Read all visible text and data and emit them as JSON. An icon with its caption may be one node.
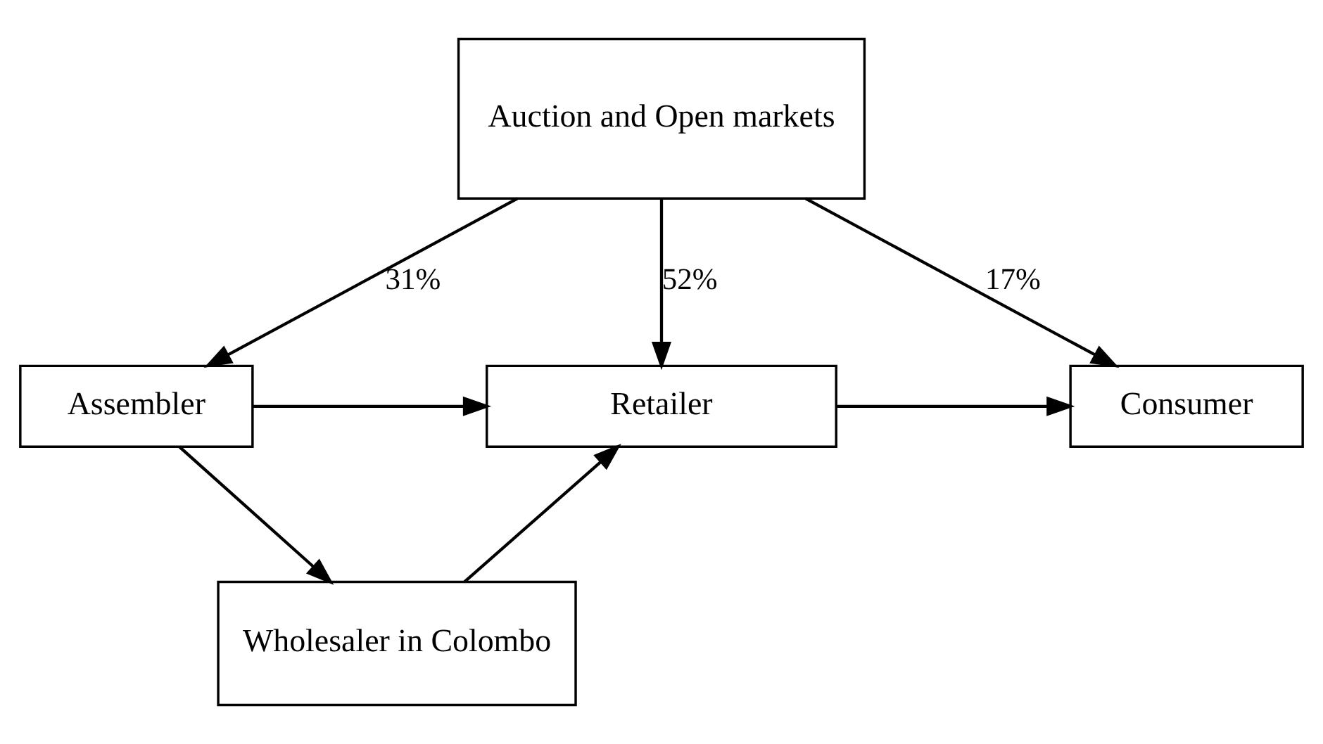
{
  "diagram": {
    "nodes": [
      {
        "text": [
          "Auction and Open markets"
        ]
      },
      {
        "text": [
          "Assembler"
        ]
      },
      {
        "text": [
          "Retailer"
        ]
      },
      {
        "text": [
          "Consumer"
        ]
      },
      {
        "text": [
          "Wholesaler in Colombo"
        ]
      }
    ],
    "edges": [
      {
        "from": 0,
        "to": 1,
        "arrow": "to",
        "label": "31%"
      },
      {
        "from": 0,
        "to": 2,
        "arrow": "to",
        "label": "52%"
      },
      {
        "from": 0,
        "to": 3,
        "arrow": "to",
        "label": "17%"
      },
      {
        "from": 1,
        "to": 2,
        "arrow": "to"
      },
      {
        "from": 2,
        "to": 3,
        "arrow": "to"
      },
      {
        "from": 1,
        "to": 4,
        "arrow": "to"
      },
      {
        "from": 4,
        "to": 2,
        "arrow": "to"
      }
    ]
  }
}
